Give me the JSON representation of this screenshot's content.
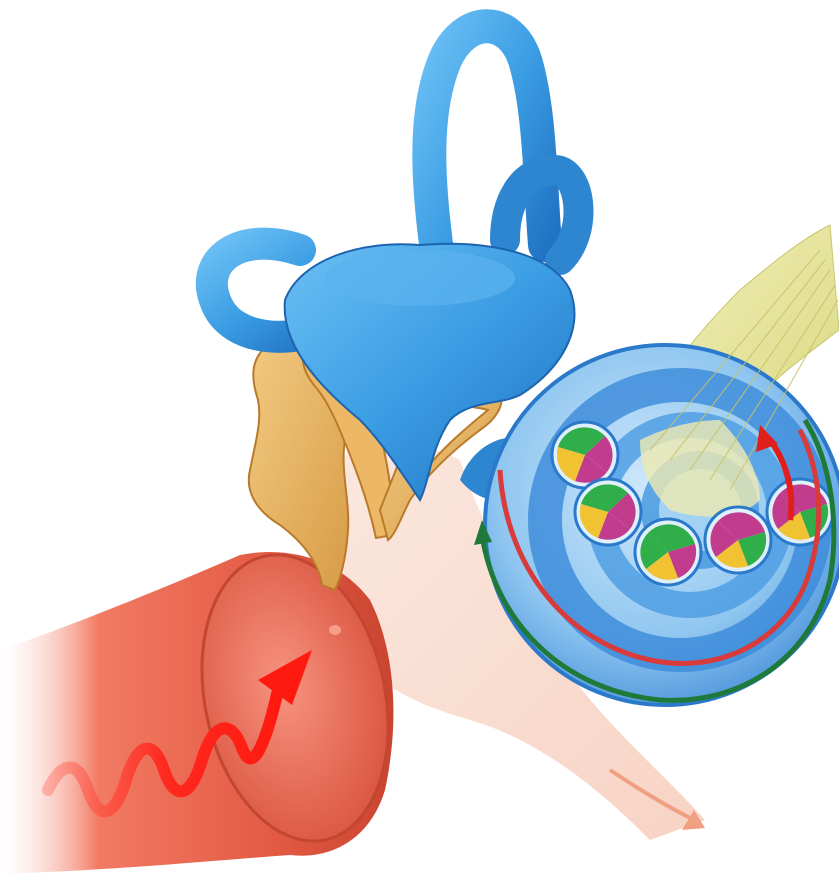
{
  "diagram": {
    "structures": [
      {
        "name": "auditory-canal"
      },
      {
        "name": "tympanic-membrane"
      },
      {
        "name": "ossicles"
      },
      {
        "name": "oval-window"
      },
      {
        "name": "semicircular-canals"
      },
      {
        "name": "vestibule"
      },
      {
        "name": "cochlea"
      },
      {
        "name": "auditory-nerve"
      },
      {
        "name": "eustachian-tube"
      }
    ],
    "arrows": [
      {
        "name": "sound-wave-arrow",
        "color": "#ff2a1f"
      },
      {
        "name": "scala-vestibuli-red-arrow",
        "color": "#d93a3a"
      },
      {
        "name": "scala-tympani-green-arrow",
        "color": "#1f7a3a"
      },
      {
        "name": "eustachian-tube-arrow",
        "color": "#f0a080"
      }
    ],
    "colors": {
      "canal": "#e5604a",
      "ossicles": "#e4b162",
      "labyrinth": "#3a9be0",
      "nerve": "#e6e39a",
      "tube": "#f9ddd2"
    }
  }
}
